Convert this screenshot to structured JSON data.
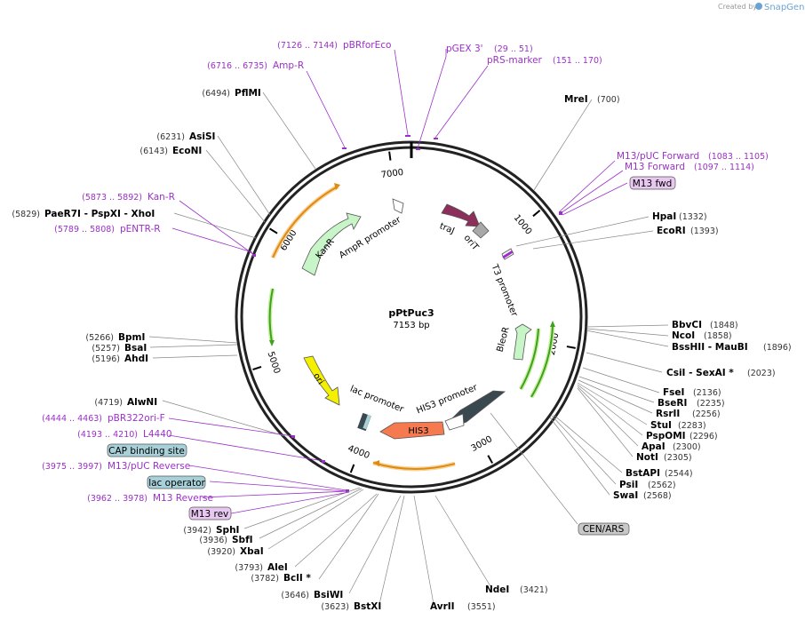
{
  "credit": {
    "prefix": "Created by",
    "brand": "SnapGene"
  },
  "plasmid": {
    "name": "pPtPuc3",
    "size": "7153 bp"
  },
  "ticks": [
    {
      "label": "1000",
      "angle": 50.3
    },
    {
      "label": "2000",
      "angle": 100.7
    },
    {
      "label": "3000",
      "angle": 151.0
    },
    {
      "label": "4000",
      "angle": 201.3
    },
    {
      "label": "5000",
      "angle": 251.7
    },
    {
      "label": "6000",
      "angle": 302.0
    },
    {
      "label": "7000",
      "angle": 352.4
    }
  ],
  "enzymes": [
    {
      "name": "MreI",
      "pos": "(700)",
      "side": "right"
    },
    {
      "name": "HpaI",
      "pos": "(1332)",
      "side": "right"
    },
    {
      "name": "EcoRI",
      "pos": "(1393)",
      "side": "right"
    },
    {
      "name": "BbvCI",
      "pos": "(1848)",
      "side": "right"
    },
    {
      "name": "NcoI",
      "pos": "(1858)",
      "side": "right"
    },
    {
      "name": "BssHII - MauBI",
      "pos": "(1896)",
      "side": "right"
    },
    {
      "name": "CsiI - SexAI *",
      "pos": "(2023)",
      "side": "right"
    },
    {
      "name": "FseI",
      "pos": "(2136)",
      "side": "right"
    },
    {
      "name": "BseRI",
      "pos": "(2235)",
      "side": "right"
    },
    {
      "name": "RsrII",
      "pos": "(2256)",
      "side": "right"
    },
    {
      "name": "StuI",
      "pos": "(2283)",
      "side": "right"
    },
    {
      "name": "PspOMI",
      "pos": "(2296)",
      "side": "right"
    },
    {
      "name": "ApaI",
      "pos": "(2300)",
      "side": "right"
    },
    {
      "name": "NotI",
      "pos": "(2305)",
      "side": "right"
    },
    {
      "name": "BstAPI",
      "pos": "(2544)",
      "side": "right"
    },
    {
      "name": "PsiI",
      "pos": "(2562)",
      "side": "right"
    },
    {
      "name": "SwaI",
      "pos": "(2568)",
      "side": "right"
    },
    {
      "name": "NdeI",
      "pos": "(3421)",
      "side": "right"
    },
    {
      "name": "AvrII",
      "pos": "(3551)",
      "side": "right"
    },
    {
      "name": "BstXI",
      "pos": "(3623)",
      "side": "left"
    },
    {
      "name": "BsiWI",
      "pos": "(3646)",
      "side": "left"
    },
    {
      "name": "BclI *",
      "pos": "(3782)",
      "side": "left"
    },
    {
      "name": "AleI",
      "pos": "(3793)",
      "side": "left"
    },
    {
      "name": "XbaI",
      "pos": "(3920)",
      "side": "left"
    },
    {
      "name": "SbfI",
      "pos": "(3936)",
      "side": "left"
    },
    {
      "name": "SphI",
      "pos": "(3942)",
      "side": "left"
    },
    {
      "name": "AlwNI",
      "pos": "(4719)",
      "side": "left"
    },
    {
      "name": "AhdI",
      "pos": "(5196)",
      "side": "left"
    },
    {
      "name": "BsaI",
      "pos": "(5257)",
      "side": "left"
    },
    {
      "name": "BpmI",
      "pos": "(5266)",
      "side": "left"
    },
    {
      "name": "PaeR7I - PspXI - XhoI",
      "pos": "(5829)",
      "side": "left"
    },
    {
      "name": "EcoNI",
      "pos": "(6143)",
      "side": "left"
    },
    {
      "name": "AsiSI",
      "pos": "(6231)",
      "side": "left"
    },
    {
      "name": "PflMI",
      "pos": "(6494)",
      "side": "left"
    }
  ],
  "primers": [
    {
      "name": "pBRforEco",
      "pos": "(7126 .. 7144)"
    },
    {
      "name": "pGEX 3'",
      "pos": "(29 .. 51)"
    },
    {
      "name": "pRS-marker",
      "pos": "(151 .. 170)"
    },
    {
      "name": "Amp-R",
      "pos": "(6716 .. 6735)"
    },
    {
      "name": "M13/pUC Forward",
      "pos": "(1083 .. 1105)"
    },
    {
      "name": "M13 Forward",
      "pos": "(1097 .. 1114)"
    },
    {
      "name": "Kan-R",
      "pos": "(5873 .. 5892)"
    },
    {
      "name": "pENTR-R",
      "pos": "(5789 .. 5808)"
    },
    {
      "name": "pBR322ori-F",
      "pos": "(4444 .. 4463)"
    },
    {
      "name": "L4440",
      "pos": "(4193 .. 4210)"
    },
    {
      "name": "M13/pUC Reverse",
      "pos": "(3975 .. 3997)"
    },
    {
      "name": "M13 Reverse",
      "pos": "(3962 .. 3978)"
    }
  ],
  "boxed_features": [
    {
      "name": "M13 fwd",
      "kind": "primer-bind"
    },
    {
      "name": "CAP binding site",
      "kind": "protein-bind"
    },
    {
      "name": "lac operator",
      "kind": "protein-bind"
    },
    {
      "name": "M13 rev",
      "kind": "primer-bind"
    },
    {
      "name": "CEN/ARS",
      "kind": "misc"
    }
  ],
  "features": [
    {
      "name": "AmpR promoter",
      "color": "#ffffff"
    },
    {
      "name": "traJ",
      "color": "#8c2f5a"
    },
    {
      "name": "oriT",
      "color": "#a8a8a8"
    },
    {
      "name": "T3 promoter",
      "color": "#ffffff"
    },
    {
      "name": "KanR",
      "color": "#c8f5c8"
    },
    {
      "name": "BleoR",
      "color": "#c8f5c8"
    },
    {
      "name": "ori",
      "color": "#f5f000"
    },
    {
      "name": "lac promoter",
      "color": "#ffffff"
    },
    {
      "name": "HIS3 promoter",
      "color": "#ffffff"
    },
    {
      "name": "HIS3",
      "color": "#f57a50"
    }
  ],
  "colors": {
    "primer": "#9b30c8",
    "primer_box": "#e8c8f0",
    "protein_box": "#a8d0d8",
    "misc_box": "#c8c8c8",
    "orf": "#f0a020",
    "orf_green": "#50a020"
  }
}
